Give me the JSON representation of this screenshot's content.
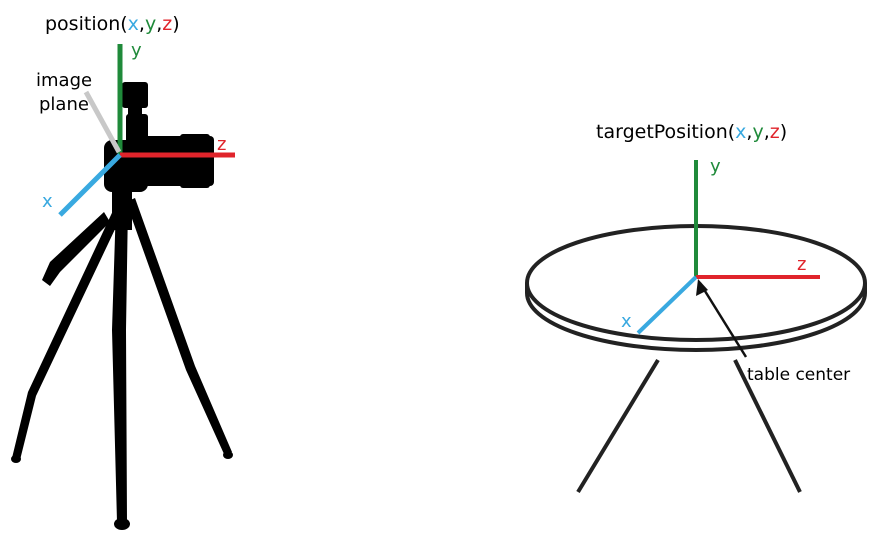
{
  "colors": {
    "x_axis": "#39a9e0",
    "y_axis": "#1f8a3a",
    "z_axis": "#e0242b",
    "ink": "#000000",
    "plane_arrow": "#c8c8c8"
  },
  "camera": {
    "title_prefix": "position(",
    "x": "x",
    "sep1": ",",
    "y": "y",
    "sep2": ",",
    "z": "z",
    "title_suffix": ")",
    "axis_x_label": "x",
    "axis_y_label": "y",
    "axis_z_label": "z",
    "image_plane_line1": "image",
    "image_plane_line2": "plane"
  },
  "table": {
    "title_prefix": "targetPosition(",
    "x": "x",
    "sep1": ",",
    "y": "y",
    "sep2": ",",
    "z": "z",
    "title_suffix": ")",
    "axis_x_label": "x",
    "axis_y_label": "y",
    "axis_z_label": "z",
    "center_label": "table center"
  }
}
